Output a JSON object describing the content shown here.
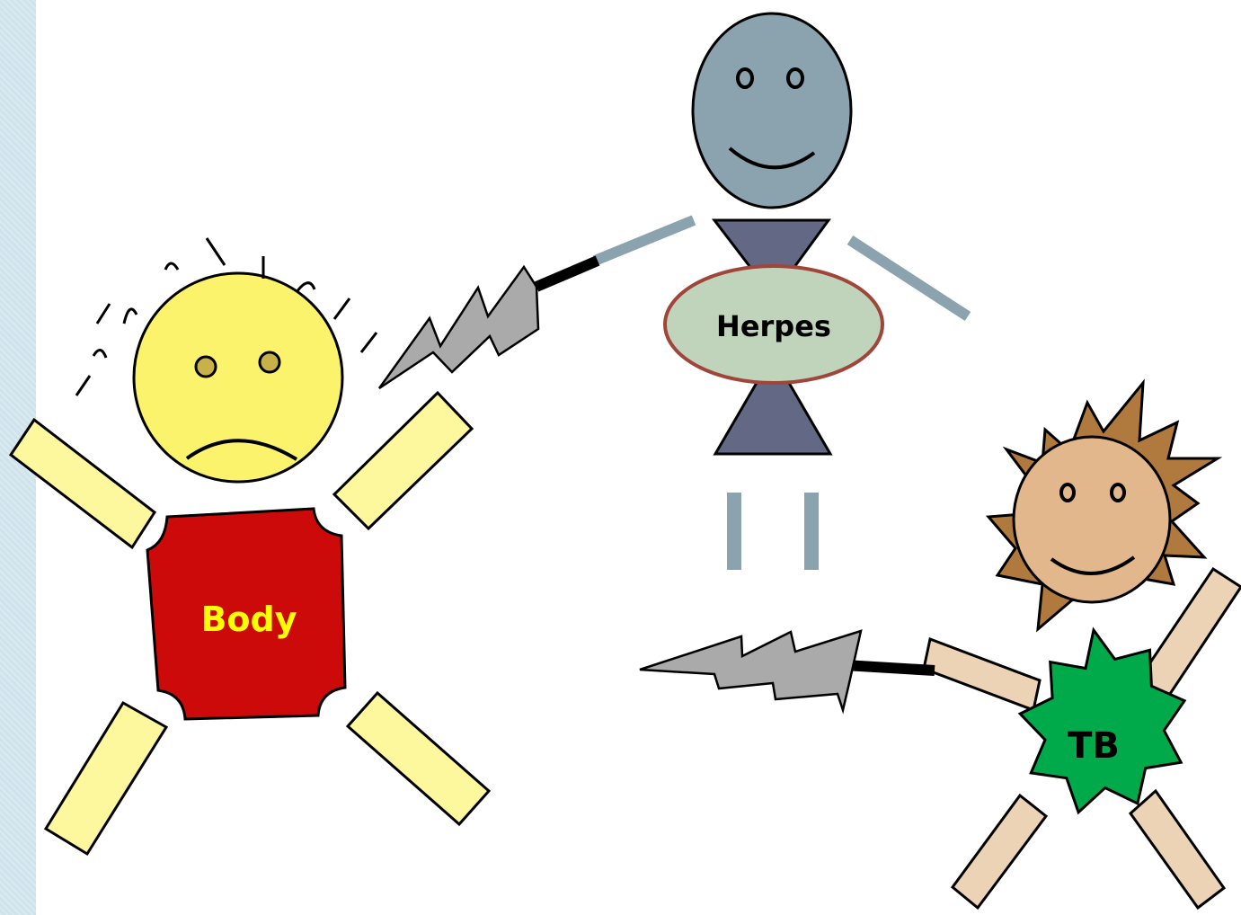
{
  "characters": {
    "body": {
      "label": "Body",
      "label_color": "#ffff00",
      "shirt_color": "#cc0a0a",
      "face_color": "#fbf36b",
      "limb_color": "#fdf79e"
    },
    "herpes": {
      "label": "Herpes",
      "face_color": "#8aa3ae",
      "body_color": "#636984",
      "belly_color": "#c0d3bb",
      "belly_outline": "#a0453a"
    },
    "tb": {
      "label": "TB",
      "face_color": "#e1b78b",
      "hair_color": "#b07a3e",
      "shirt_color": "#00aa4a",
      "limb_color": "#ecd3b5"
    }
  },
  "lightning_color": "#aaaaaa"
}
